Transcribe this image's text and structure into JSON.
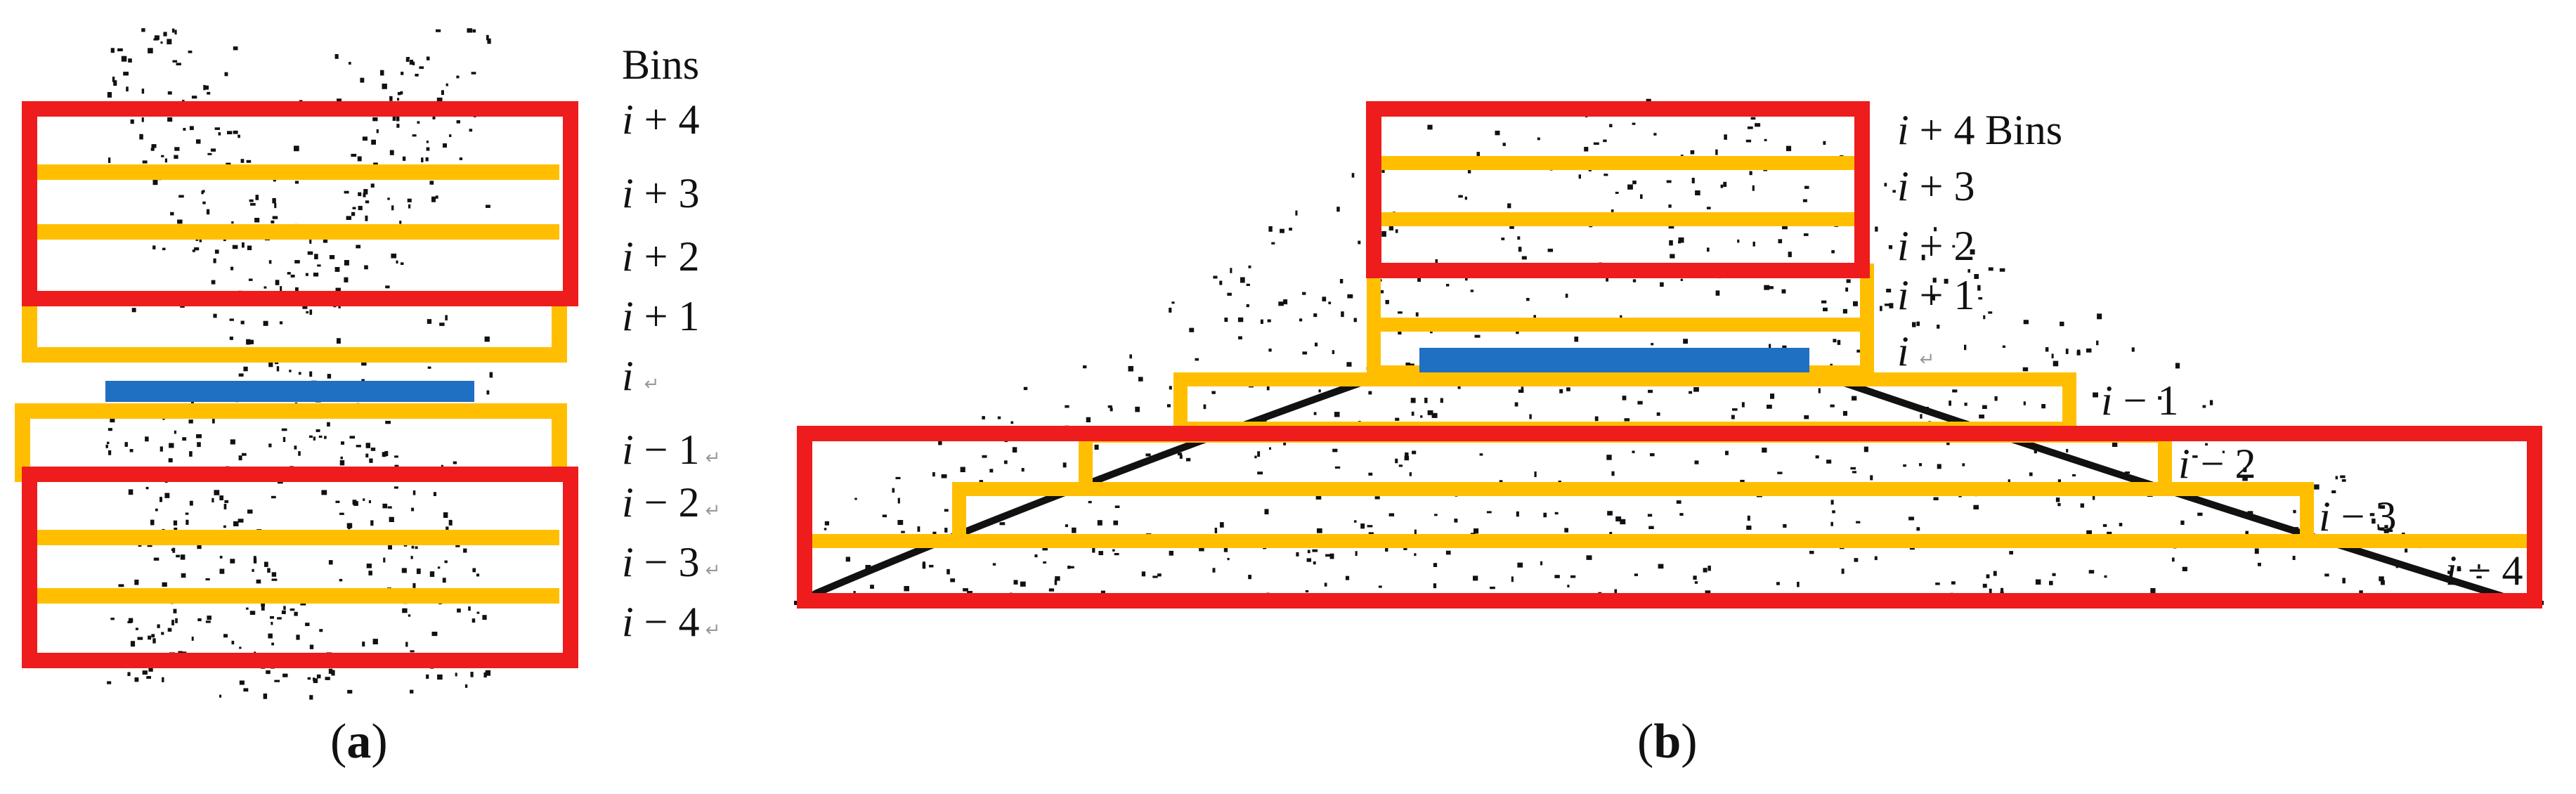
{
  "colors": {
    "red_box": "#ee1c1c",
    "yellow_box": "#ffbf00",
    "blue_bin": "#1f6fc2",
    "texture": "#111111"
  },
  "bins_header": "Bins",
  "panel_a": {
    "caption_letter": "a",
    "labels": [
      {
        "var": "i",
        "op": "+",
        "num": "4",
        "mark": ""
      },
      {
        "var": "i",
        "op": "+",
        "num": "3",
        "mark": ""
      },
      {
        "var": "i",
        "op": "+",
        "num": "2",
        "mark": ""
      },
      {
        "var": "i",
        "op": "+",
        "num": "1",
        "mark": ""
      },
      {
        "var": "i",
        "op": "",
        "num": "",
        "mark": "↵"
      },
      {
        "var": "i",
        "op": "−",
        "num": "1",
        "mark": "↵"
      },
      {
        "var": "i",
        "op": "−",
        "num": "2",
        "mark": "↵"
      },
      {
        "var": "i",
        "op": "−",
        "num": "3",
        "mark": "↵"
      },
      {
        "var": "i",
        "op": "−",
        "num": "4",
        "mark": "↵"
      }
    ]
  },
  "panel_b": {
    "caption_letter": "b",
    "labels": [
      {
        "var": "i",
        "op": "+",
        "num": "4",
        "mark": ""
      },
      {
        "var": "i",
        "op": "+",
        "num": "3",
        "mark": ""
      },
      {
        "var": "i",
        "op": "+",
        "num": "2",
        "mark": ""
      },
      {
        "var": "i",
        "op": "+",
        "num": "1",
        "mark": ""
      },
      {
        "var": "i",
        "op": "",
        "num": "",
        "mark": "↵"
      },
      {
        "var": "i",
        "op": "−",
        "num": "1",
        "mark": ""
      },
      {
        "var": "i",
        "op": "−",
        "num": "2",
        "mark": ""
      },
      {
        "var": "i",
        "op": "−",
        "num": "3",
        "mark": ""
      },
      {
        "var": "i",
        "op": "−",
        "num": "4",
        "mark": ""
      }
    ]
  }
}
